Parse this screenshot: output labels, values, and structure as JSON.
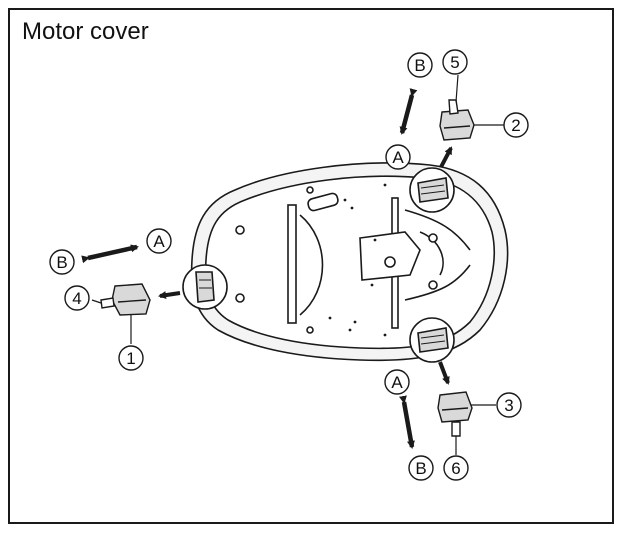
{
  "title": "Motor cover",
  "labels": {
    "circle_A": "A",
    "circle_B": "B",
    "num1": "1",
    "num2": "2",
    "num3": "3",
    "num4": "4",
    "num5": "5",
    "num6": "6"
  },
  "colors": {
    "line": "#1a1a1a",
    "fill_light": "#f4f4f4",
    "fill_mid": "#d9d9d9",
    "fill_dark": "#8a8a8a"
  }
}
